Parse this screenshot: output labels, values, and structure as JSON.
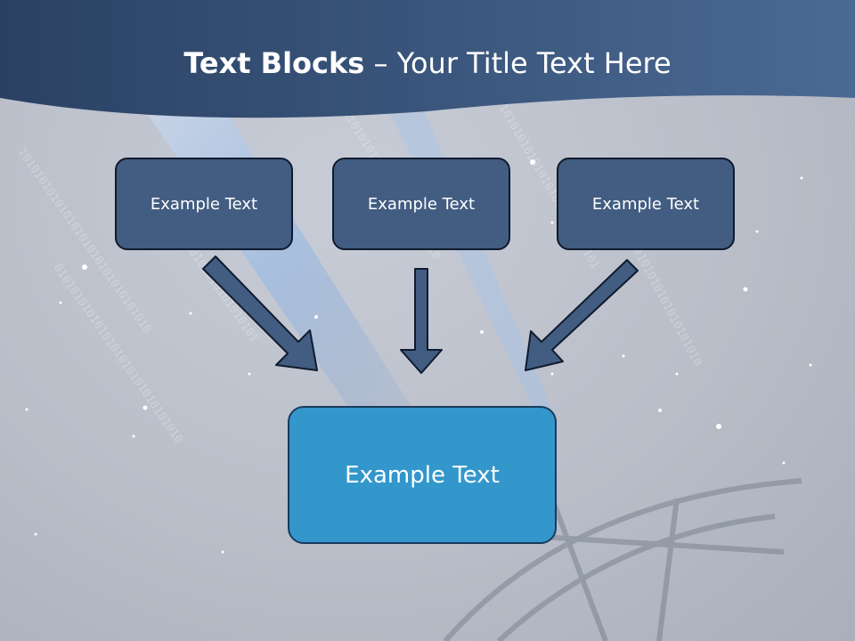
{
  "title": {
    "bold": "Text Blocks",
    "separator": " – ",
    "rest": "Your Title Text Here"
  },
  "blocks": {
    "left": "Example Text",
    "middle": "Example Text",
    "right": "Example Text",
    "main": "Example Text"
  },
  "colors": {
    "header_band": "#2f4a6e",
    "small_box_fill": "#425d81",
    "main_box_fill": "#3397cb",
    "arrow_fill": "#425d81",
    "box_border": "#0f1b2e"
  }
}
